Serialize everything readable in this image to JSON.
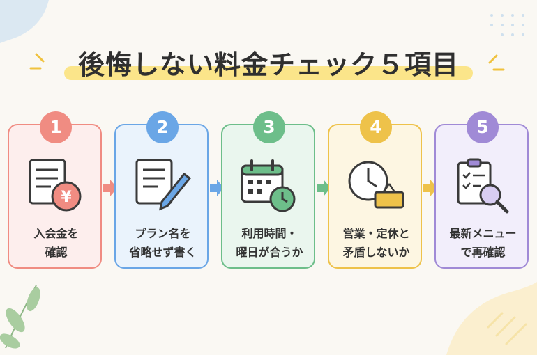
{
  "title": "後悔しない料金チェック５項目",
  "steps": [
    {
      "num": "1",
      "line1": "入会金を",
      "line2": "確認",
      "color": "#f08c82",
      "bg": "#fdeeed",
      "icon": "document-yen-icon"
    },
    {
      "num": "2",
      "line1": "プラン名を",
      "line2": "省略せず書く",
      "color": "#6aa6e6",
      "bg": "#eaf3fc",
      "icon": "document-pencil-icon"
    },
    {
      "num": "3",
      "line1": "利用時間・",
      "line2": "曜日が合うか",
      "color": "#6dbe8a",
      "bg": "#eaf6ee",
      "icon": "calendar-clock-icon"
    },
    {
      "num": "4",
      "line1": "営業・定休と",
      "line2": "矛盾しないか",
      "color": "#eec24a",
      "bg": "#fdf6e2",
      "icon": "clock-sign-icon"
    },
    {
      "num": "5",
      "line1": "最新メニュー",
      "line2": "で再確認",
      "color": "#a08ad6",
      "bg": "#f2eefb",
      "icon": "checklist-magnifier-icon"
    }
  ],
  "colors": {
    "highlight": "#fbe58a",
    "text": "#2f2f2f",
    "background": "#faf8f3",
    "stroke": "#3a3a3a"
  }
}
